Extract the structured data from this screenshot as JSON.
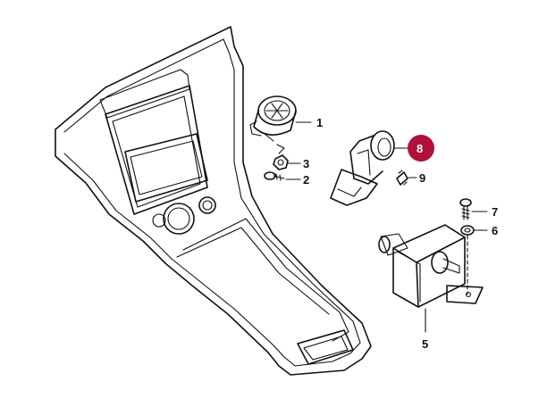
{
  "colors": {
    "highlight": "#b0103a",
    "ink": "#111111",
    "background": "#ffffff"
  },
  "callouts": [
    {
      "id": "callout-1",
      "label": "1",
      "highlighted": false
    },
    {
      "id": "callout-2",
      "label": "2",
      "highlighted": false
    },
    {
      "id": "callout-3",
      "label": "3",
      "highlighted": false
    },
    {
      "id": "callout-5",
      "label": "5",
      "highlighted": false
    },
    {
      "id": "callout-6",
      "label": "6",
      "highlighted": false
    },
    {
      "id": "callout-7",
      "label": "7",
      "highlighted": false
    },
    {
      "id": "callout-8",
      "label": "8",
      "highlighted": true
    },
    {
      "id": "callout-9",
      "label": "9",
      "highlighted": false
    }
  ]
}
